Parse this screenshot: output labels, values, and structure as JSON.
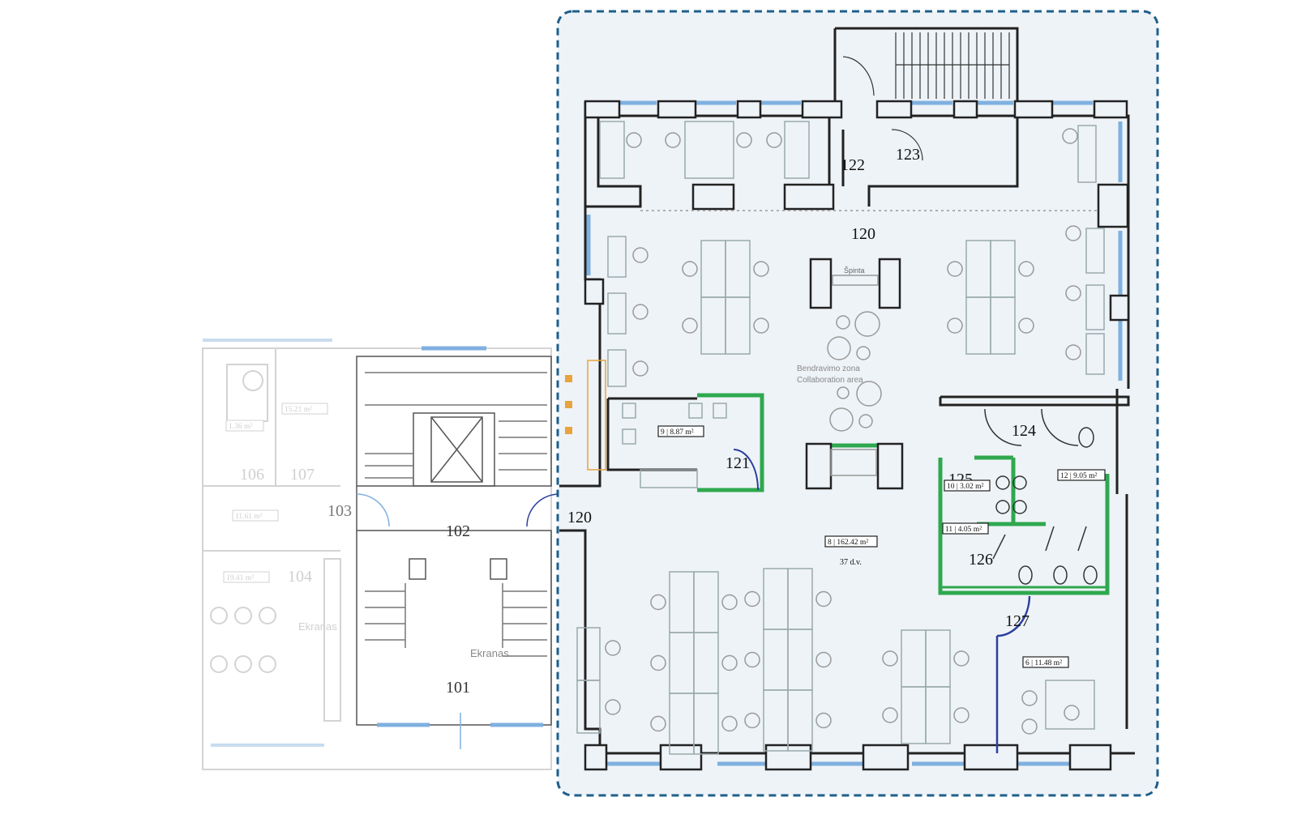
{
  "colors": {
    "highlight_fill": "#eef3f7",
    "highlight_border": "#1f5f8b",
    "wall": "#222222",
    "window": "#7fb0e0",
    "green_partition": "#2fa84f",
    "door_blue": "#2c3fa0",
    "faded": "#c9c9c9",
    "kitchen_orange": "#e8a33d"
  },
  "selection": {
    "label": "selected-tenant-area"
  },
  "rooms": [
    {
      "id": "r120a",
      "label": "120"
    },
    {
      "id": "r120b",
      "label": "120"
    },
    {
      "id": "r121",
      "label": "121"
    },
    {
      "id": "r122",
      "label": "122"
    },
    {
      "id": "r123",
      "label": "123"
    },
    {
      "id": "r124",
      "label": "124"
    },
    {
      "id": "r125",
      "label": "125"
    },
    {
      "id": "r126",
      "label": "126"
    },
    {
      "id": "r127",
      "label": "127"
    },
    {
      "id": "r101",
      "label": "101"
    },
    {
      "id": "r102",
      "label": "102"
    },
    {
      "id": "r103",
      "label": "103"
    },
    {
      "id": "r104",
      "label": "104"
    },
    {
      "id": "r106",
      "label": "106"
    },
    {
      "id": "r107",
      "label": "107"
    }
  ],
  "area_tags": {
    "a9": "9 | 8.87 m²",
    "a8": "8 | 162.42 m²",
    "a8_sub": "37 d.v.",
    "a10": "10 | 3.02 m²",
    "a11": "11 | 4.05 m²",
    "a12": "12 | 9.05 m²",
    "a6": "6 | 11.48 m²",
    "f1": "15.21 m²",
    "f2": "1.36 m²",
    "f3": "11.61 m²",
    "f4": "19.41 m²"
  },
  "labels": {
    "spinta": "Špinta",
    "collab_lt": "Bendravimo zona",
    "collab_en": "Collaboration area",
    "ekranas_1": "Ekranas",
    "ekranas_2": "Ekranas"
  }
}
